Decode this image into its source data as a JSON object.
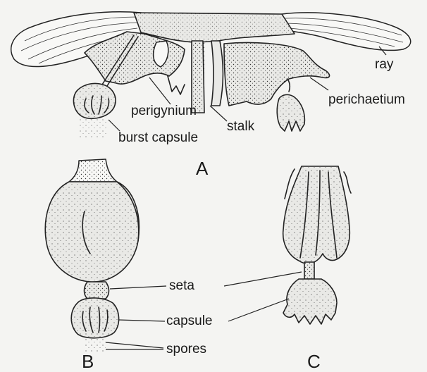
{
  "labels": {
    "ray": "ray",
    "perichaetium": "perichaetium",
    "perigynium": "perigynium",
    "stalk": "stalk",
    "burst_capsule": "burst capsule",
    "seta": "seta",
    "capsule": "capsule",
    "spores": "spores"
  },
  "panels": {
    "a": "A",
    "b": "B",
    "c": "C"
  }
}
